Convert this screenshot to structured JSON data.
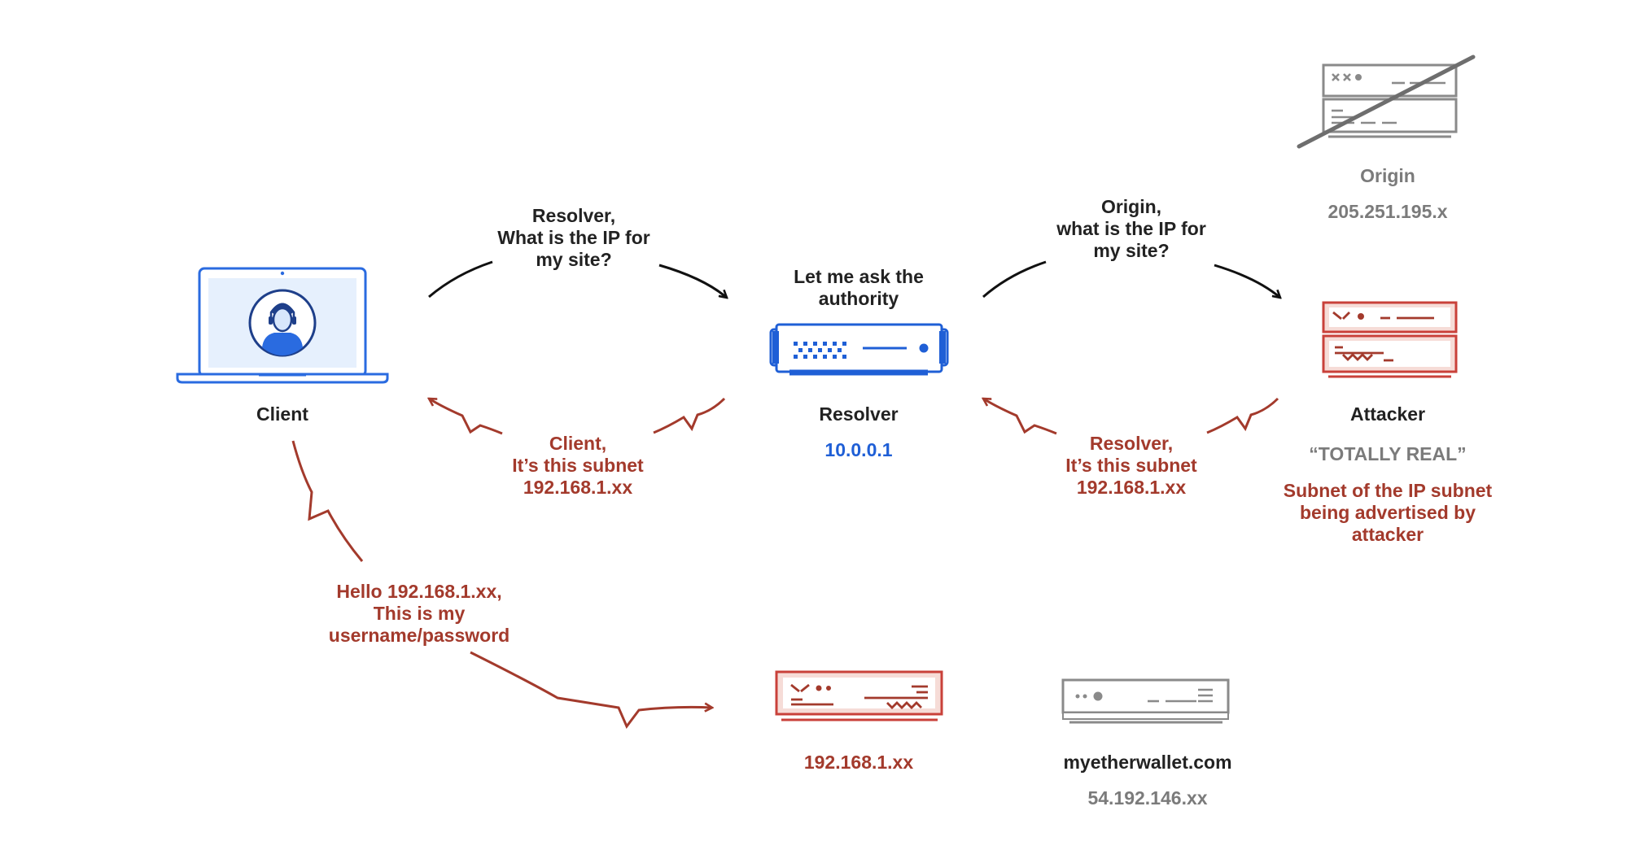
{
  "nodes": {
    "client": {
      "label": "Client"
    },
    "resolver": {
      "label": "Resolver",
      "ip": "10.0.0.1",
      "note": "Let me ask the\nauthority"
    },
    "origin": {
      "label": "Origin",
      "ip": "205.251.195.x"
    },
    "attacker": {
      "label": "Attacker",
      "tag": "“TOTALLY REAL”",
      "note": "Subnet of the IP subnet\nbeing advertised by\nattacker"
    },
    "fake_server": {
      "ip": "192.168.1.xx"
    },
    "real_site": {
      "label": "myetherwallet.com",
      "ip": "54.192.146.xx"
    }
  },
  "messages": {
    "client_to_resolver": "Resolver,\nWhat is the IP for\nmy site?",
    "resolver_to_client": "Client,\nIt’s this subnet\n192.168.1.xx",
    "resolver_to_origin": "Origin,\nwhat is the IP for\nmy site?",
    "attacker_to_resolver": "Resolver,\nIt’s this subnet\n192.168.1.xx",
    "client_to_fake": "Hello 192.168.1.xx,\nThis is my\nusername/password"
  },
  "colors": {
    "dark": "#222222",
    "red": "#a33a2c",
    "grey": "#7b7b7b",
    "blue": "#1f5fd6"
  }
}
